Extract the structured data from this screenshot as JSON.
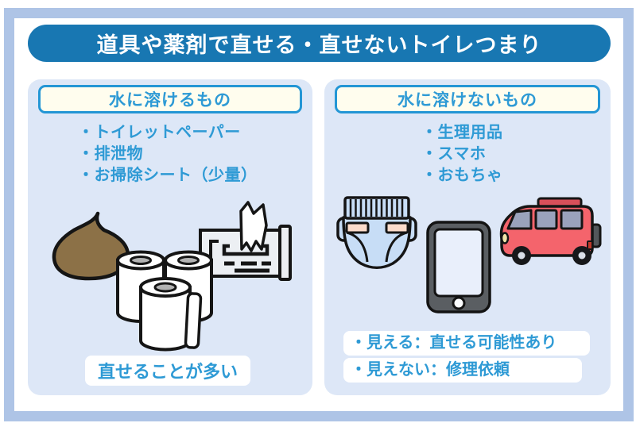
{
  "title": "道具や薬剤で直せる・直せないトイレつまり",
  "left_panel": {
    "header": "水に溶けるもの",
    "items": [
      "・トイレットペーパー",
      "・排泄物",
      "・お掃除シート（少量）"
    ],
    "footer": "直せることが多い"
  },
  "right_panel": {
    "header": "水に溶けないもの",
    "items": [
      "・生理用品",
      "・スマホ",
      "・おもちゃ"
    ],
    "footers": [
      "・見える：直せる可能性あり",
      "・見えない：修理依頼"
    ]
  },
  "icons": [
    "poop-icon",
    "toilet-paper-rolls-icon",
    "wet-wipes-pack-icon",
    "diaper-icon",
    "smartphone-icon",
    "toy-van-icon"
  ],
  "colors": {
    "frame": "#aec4e6",
    "panel_bg": "#dde7f7",
    "title_bg": "#1877b2",
    "text_blue": "#2e9ad5",
    "header_box_bg": "#fffdee",
    "header_box_border": "#2396d5",
    "poop_brown": "#8c7147",
    "diaper_blue": "#c7ddf6",
    "tab_pink": "#fcdccb",
    "van_red": "#f4646c",
    "window_gray": "#9aa2bc",
    "phone_gray": "#5a5e62"
  }
}
